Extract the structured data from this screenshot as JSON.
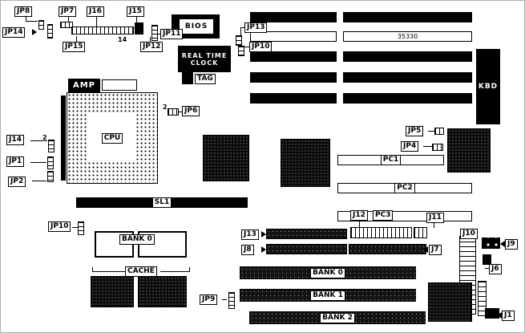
{
  "diagram": {
    "labels": {
      "jp8": "JP8",
      "jp14": "JP14",
      "jp7": "JP7",
      "j16": "J16",
      "j15": "J15",
      "jp15": "JP15",
      "jp11": "JP11",
      "jp12": "JP12",
      "pin14": "14",
      "jp13": "JP13",
      "jp10_top": "JP10",
      "bios": "BIOS",
      "rtc_line1": "REAL TIME",
      "rtc_line2": "CLOCK",
      "tag": "TAG",
      "slot_chip": "35330",
      "kbd": "KBD",
      "amp": "AMP",
      "cpu": "CPU",
      "num2_cpu": "2",
      "jp6": "JP6",
      "j14": "J14",
      "num2_j14": "2",
      "jp1": "JP1",
      "jp2": "JP2",
      "sl1": "SL1",
      "jp5": "JP5",
      "jp4": "JP4",
      "pc1": "PC1",
      "pc2": "PC2",
      "pc3": "PC3",
      "j12": "J12",
      "j11": "J11",
      "jp10_left": "JP10",
      "cache_bank": "BANK 0",
      "cache": "CACHE",
      "j13": "J13",
      "j8": "J8",
      "j7": "J7",
      "j10": "J10",
      "j9": "J9",
      "j6": "J6",
      "jp9": "JP9",
      "bank0": "BANK 0",
      "bank1": "BANK 1",
      "bank2": "BANK 2",
      "j1": "J1"
    }
  }
}
